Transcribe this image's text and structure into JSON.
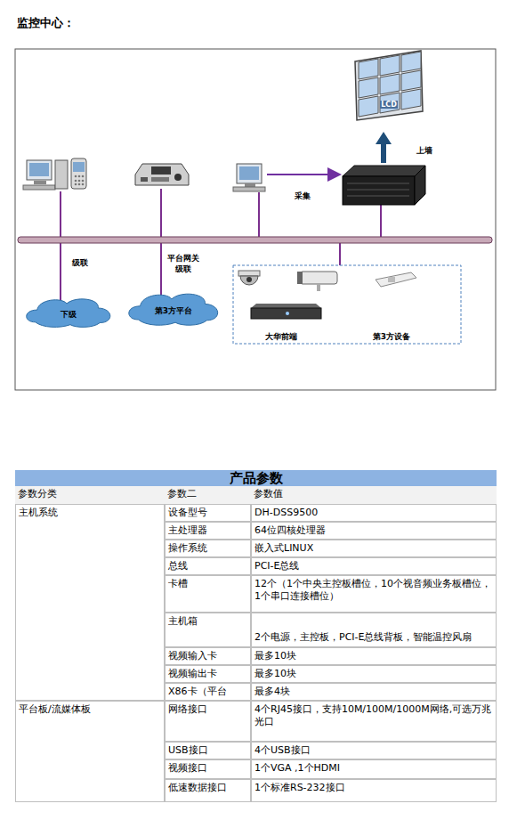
{
  "diagram": {
    "title": "监控中心：",
    "nodes": [
      {
        "text": [
          "LCD"
        ]
      },
      {
        "text": [
          "下级"
        ]
      },
      {
        "text": [
          "第3方平台"
        ]
      },
      {
        "text": [
          "大华前端",
          "第3方设备"
        ]
      }
    ],
    "labels": [
      "采集",
      "上墙",
      "级联",
      "平台网关 级联",
      "产品参数",
      "参数分类",
      "参数二",
      "参数值",
      "主机系统",
      "设备型号",
      "DH-DSS9500",
      "主处理器",
      "64位四核处理器",
      "操作系统",
      "嵌入式LINUX",
      "总线",
      "PCI-E总线",
      "卡槽",
      "12个（1个中央主控板槽位，10个视音频业务板槽位，1个串口连接槽位）",
      "主机箱",
      "2个电源，主控板，PCI-E总线背板，智能温控风扇",
      "视频输入卡",
      "最多10块",
      "视频输出卡",
      "最多10块",
      "X86卡（平台",
      "最多4块",
      "平台板/流媒体板",
      "网络接口",
      "4个RJ45接口，支持10M/100M/1000M网络,可选万兆光口",
      "USB接口",
      "4个USB接口",
      "视频接口",
      "1个VGA ,1个HDMI",
      "低速数据接口",
      "1个标准RS-232接口"
    ]
  }
}
